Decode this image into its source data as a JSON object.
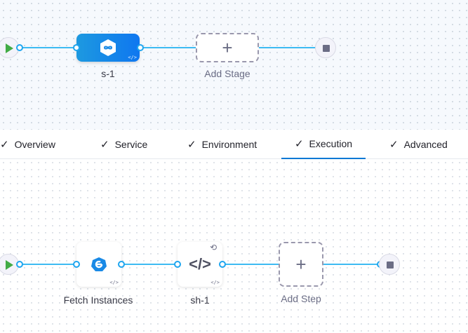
{
  "stage_canvas": {
    "stage": {
      "name": "s-1",
      "icon": "deploy-stage-icon"
    },
    "add_stage_label": "Add Stage"
  },
  "tabs": [
    {
      "label": "Overview",
      "done": true,
      "active": false
    },
    {
      "label": "Service",
      "done": true,
      "active": false
    },
    {
      "label": "Environment",
      "done": true,
      "active": false
    },
    {
      "label": "Execution",
      "done": true,
      "active": true
    },
    {
      "label": "Advanced",
      "done": true,
      "active": false
    }
  ],
  "tab_check": "✓",
  "execution_canvas": {
    "steps": [
      {
        "name": "Fetch Instances",
        "icon": "fetch-instances-icon"
      },
      {
        "name": "sh-1",
        "icon": "code-icon"
      }
    ],
    "add_step_label": "Add Step"
  },
  "colors": {
    "accent": "#0278d5",
    "connector": "#3dbbf2"
  }
}
